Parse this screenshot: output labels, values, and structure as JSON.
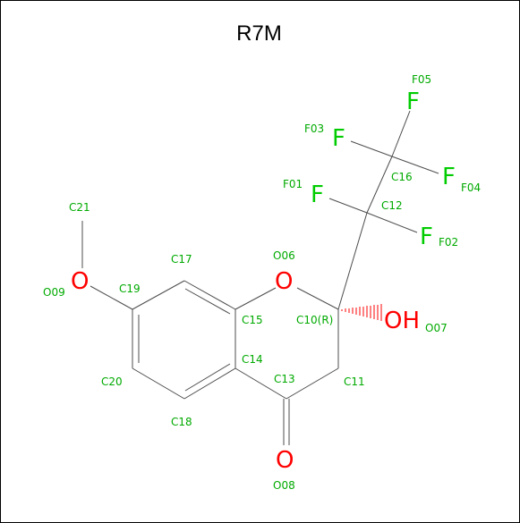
{
  "title": "R7M",
  "colors": {
    "bond": "#4d4d4d",
    "carbon_label": "#00aa00",
    "oxygen": "#ff0000",
    "fluorine": "#00cc00",
    "wedge": "#ff0000"
  },
  "atoms": {
    "C21": {
      "label": "C21"
    },
    "O09": {
      "symbol": "O",
      "label": "O09"
    },
    "C19": {
      "label": "C19"
    },
    "C17": {
      "label": "C17"
    },
    "C15": {
      "label": "C15"
    },
    "O06": {
      "symbol": "O",
      "label": "O06"
    },
    "C10": {
      "label": "C10(R)"
    },
    "O07": {
      "symbol": "OH",
      "label": "O07"
    },
    "C12": {
      "label": "C12"
    },
    "C16": {
      "label": "C16"
    },
    "F01": {
      "symbol": "F",
      "label": "F01"
    },
    "F02": {
      "symbol": "F",
      "label": "F02"
    },
    "F03": {
      "symbol": "F",
      "label": "F03"
    },
    "F04": {
      "symbol": "F",
      "label": "F04"
    },
    "F05": {
      "symbol": "F",
      "label": "F05"
    },
    "C14": {
      "label": "C14"
    },
    "C13": {
      "label": "C13"
    },
    "C11": {
      "label": "C11"
    },
    "O08": {
      "symbol": "O",
      "label": "O08"
    },
    "C20": {
      "label": "C20"
    },
    "C18": {
      "label": "C18"
    }
  }
}
